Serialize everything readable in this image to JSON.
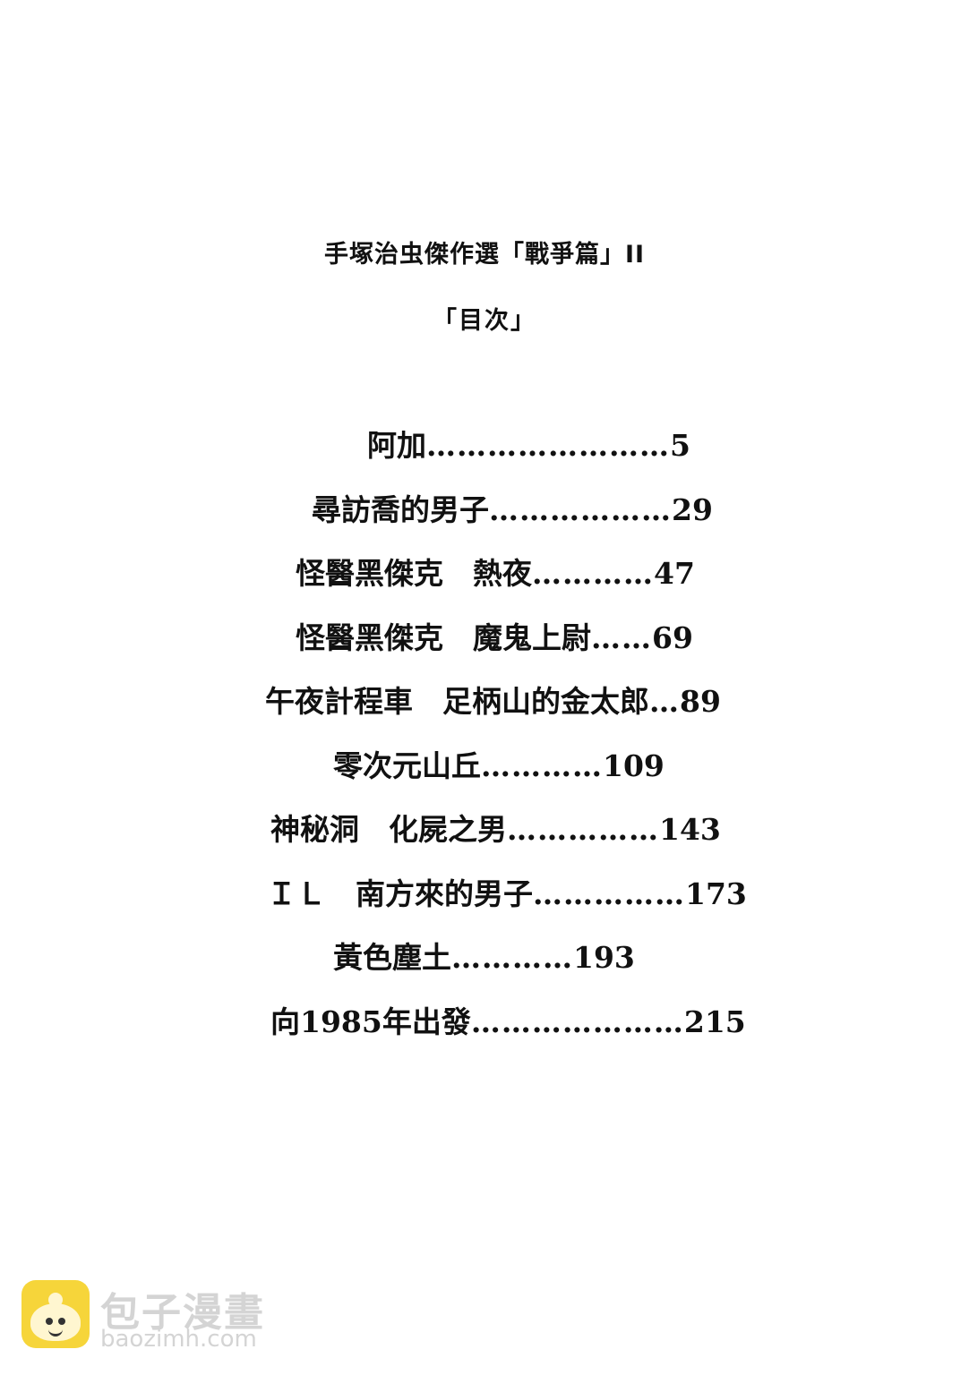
{
  "header": {
    "title": "手塚治虫傑作選「戰爭篇」II",
    "subtitle": "「目次」"
  },
  "toc": [
    {
      "title": "阿加",
      "dots": "……………………",
      "page": "5"
    },
    {
      "title": "尋訪喬的男子",
      "dots": "………………",
      "page": "29"
    },
    {
      "title": "怪醫黑傑克　熱夜",
      "dots": "…………",
      "page": "47"
    },
    {
      "title": "怪醫黑傑克　魔鬼上尉",
      "dots": "……",
      "page": "69"
    },
    {
      "title": "午夜計程車　足柄山的金太郎",
      "dots": "…",
      "page": "89"
    },
    {
      "title": "零次元山丘",
      "dots": "…………",
      "page": "109"
    },
    {
      "title": "神秘洞　化屍之男",
      "dots": "……………",
      "page": "143"
    },
    {
      "title": "ＩＬ　南方來的男子",
      "dots": "……………",
      "page": "173"
    },
    {
      "title": "黃色塵土",
      "dots": "…………",
      "page": "193"
    },
    {
      "title": "向1985年出發",
      "dots": "…………………",
      "page": "215"
    }
  ],
  "watermark": {
    "brand": "包子漫畫",
    "url": "baozimh.com",
    "color": "#d4d4d4",
    "logo_color": "#f6d53a",
    "logo_icon": "baozi-bun-icon"
  }
}
